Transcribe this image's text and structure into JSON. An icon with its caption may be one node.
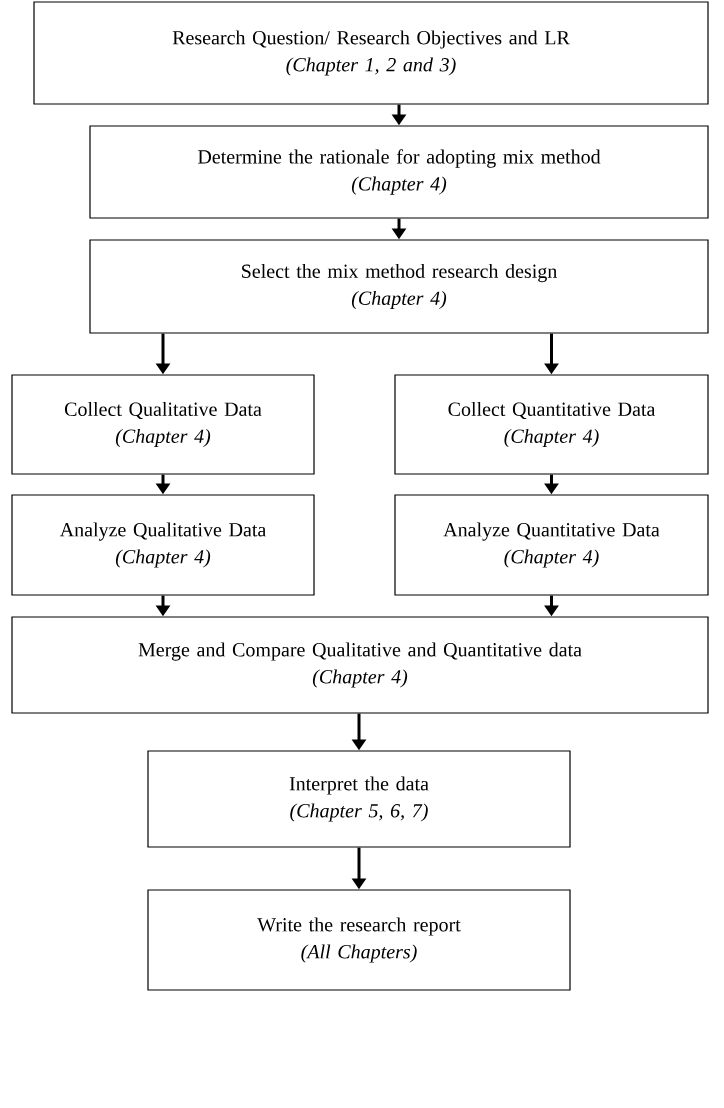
{
  "diagram": {
    "nodes": [
      {
        "text": [
          "Research Question/ Research Objectives and LR",
          "(Chapter 1, 2 and 3)"
        ]
      },
      {
        "text": [
          "Determine the rationale for adopting mix method",
          "(Chapter 4)"
        ]
      },
      {
        "text": [
          "Select the mix method research design",
          "(Chapter 4)"
        ]
      },
      {
        "text": [
          "Collect Qualitative Data",
          "(Chapter 4)"
        ]
      },
      {
        "text": [
          "Collect Quantitative Data",
          "(Chapter 4)"
        ]
      },
      {
        "text": [
          "Analyze Qualitative Data",
          "(Chapter 4)"
        ]
      },
      {
        "text": [
          "Analyze Quantitative Data",
          "(Chapter 4)"
        ]
      },
      {
        "text": [
          "Merge and Compare Qualitative and Quantitative data",
          "(Chapter 4)"
        ]
      },
      {
        "text": [
          "Interpret the data",
          "(Chapter 5, 6, 7)"
        ]
      },
      {
        "text": [
          "Write the research report",
          "(All Chapters)"
        ]
      }
    ],
    "edges": [
      {
        "from": 0,
        "to": 1,
        "arrow": "to"
      },
      {
        "from": 1,
        "to": 2,
        "arrow": "to"
      },
      {
        "from": 2,
        "to": 3,
        "arrow": "to"
      },
      {
        "from": 2,
        "to": 4,
        "arrow": "to"
      },
      {
        "from": 3,
        "to": 5,
        "arrow": "to"
      },
      {
        "from": 4,
        "to": 6,
        "arrow": "to"
      },
      {
        "from": 5,
        "to": 7,
        "arrow": "to"
      },
      {
        "from": 6,
        "to": 7,
        "arrow": "to"
      },
      {
        "from": 7,
        "to": 8,
        "arrow": "to"
      },
      {
        "from": 8,
        "to": 9,
        "arrow": "to"
      }
    ]
  }
}
